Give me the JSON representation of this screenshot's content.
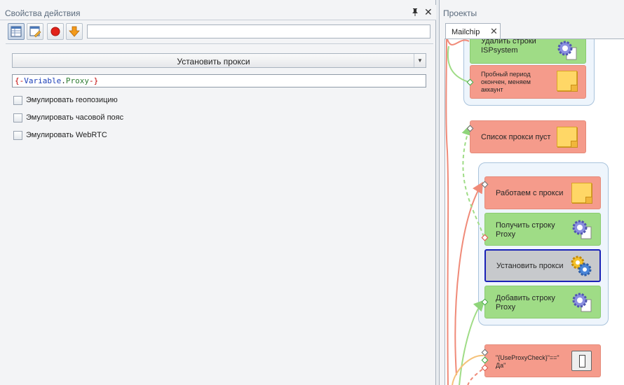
{
  "left_panel": {
    "title": "Свойства действия",
    "pin_glyph": "📌",
    "close_glyph": "✕",
    "toolbar": {
      "icons": [
        "table-view-icon",
        "edit-window-icon",
        "record-stop-icon",
        "download-arrow-icon"
      ],
      "input_value": ""
    },
    "action_dropdown": {
      "value": "Установить прокси",
      "arrow": "▼"
    },
    "proxy_field": {
      "open": "{-",
      "variable": "Variable",
      "dot": ".",
      "property": "Proxy",
      "close": "-}"
    },
    "checkboxes": [
      {
        "label": "Эмулировать геопозицию",
        "checked": false
      },
      {
        "label": "Эмулировать часовой пояс",
        "checked": false
      },
      {
        "label": "Эмулировать WebRTC",
        "checked": false
      }
    ]
  },
  "right_panel": {
    "title": "Проекты",
    "tab": {
      "label": "Mailchip",
      "close_glyph": "✕"
    },
    "nodes": [
      {
        "line1": "Удалить строки",
        "line2": "ISPsystem",
        "color": "green",
        "icon": "gear-document-icon"
      },
      {
        "line1": "Пробный период",
        "line2": "окончен, меняем",
        "line3": "аккаунт",
        "color": "red",
        "icon": "note-icon"
      },
      {
        "line1": "Список прокси пуст",
        "color": "red",
        "icon": "note-icon"
      },
      {
        "line1": "Работаем с прокси",
        "color": "red",
        "icon": "note-icon"
      },
      {
        "line1": "Получить строку",
        "line2": "Proxy",
        "color": "green",
        "icon": "gear-document-icon"
      },
      {
        "line1": "Установить прокси",
        "color": "gray",
        "selected": true,
        "icon": "gears-icon"
      },
      {
        "line1": "Добавить строку",
        "line2": "Proxy",
        "color": "green",
        "icon": "gear-document-icon"
      },
      {
        "line1": "\"{UseProxyCheck}\"==\"",
        "line2": "Да\"",
        "color": "red",
        "icon": "switch-icon"
      }
    ],
    "colors": {
      "red_node": "#f59b8b",
      "green_node": "#9fdc86",
      "selected_border": "#1a22b7",
      "group_bg": "#eef5fc"
    }
  }
}
